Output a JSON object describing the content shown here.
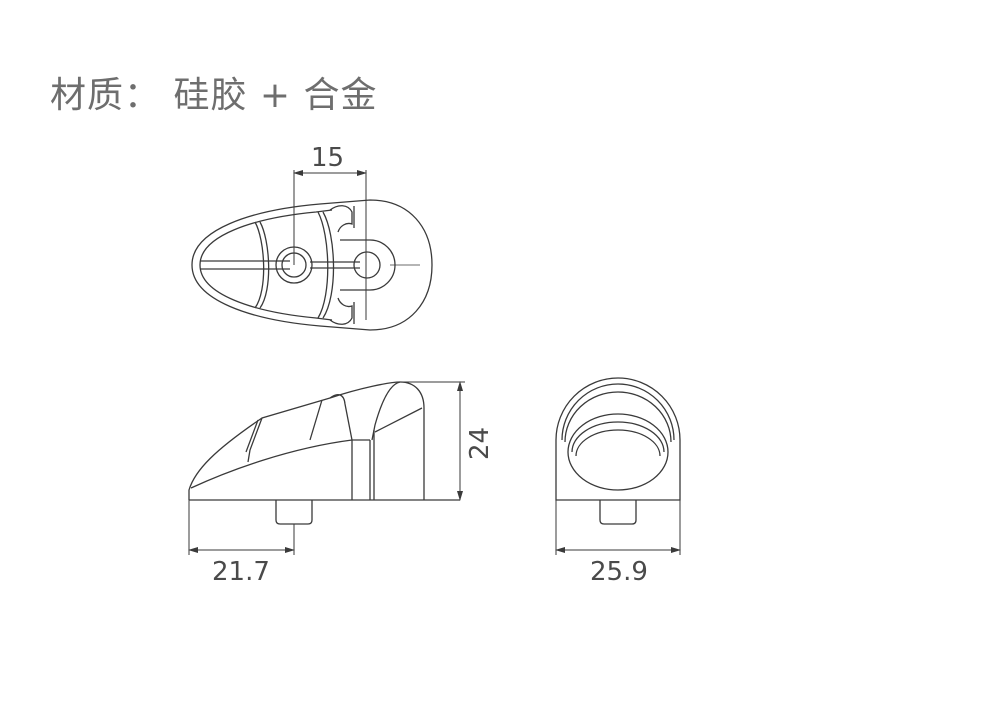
{
  "title": "材质： 硅胶 + 合金",
  "material": {
    "label": "材质：",
    "value": "硅胶 + 合金"
  },
  "views": {
    "top": {
      "name": "top-view",
      "dimension": "15"
    },
    "side": {
      "name": "side-view",
      "height_dimension": "24",
      "length_dimension": "21.7"
    },
    "front": {
      "name": "front-view",
      "width_dimension": "25.9"
    }
  },
  "colors": {
    "line": "#3a3a3a",
    "text": "#4a4a4a",
    "title": "#6e6e6e",
    "background": "#ffffff"
  }
}
